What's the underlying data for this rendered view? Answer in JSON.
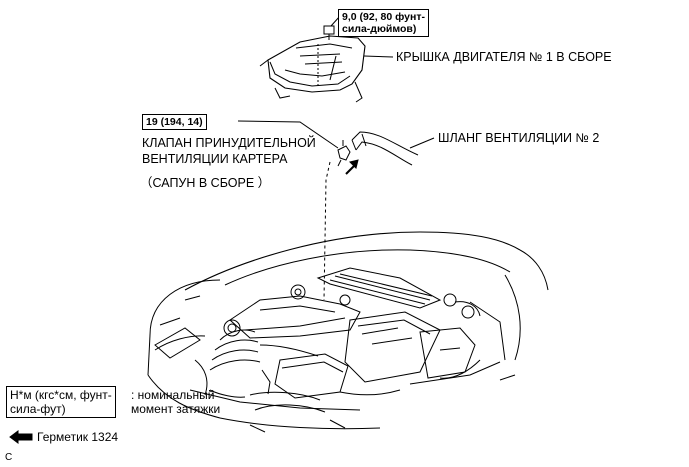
{
  "labels": {
    "engine_cover": "КРЫШКА ДВИГАТЕЛЯ № 1 В СБОРЕ",
    "pcv_valve_line1": "КЛАПАН ПРИНУДИТЕЛЬНОЙ",
    "pcv_valve_line2": "ВЕНТИЛЯЦИИ КАРТЕРА",
    "breather": "（САПУН В СБОРЕ ）",
    "vent_hose": "ШЛАНГ ВЕНТИЛЯЦИИ № 2"
  },
  "torque": {
    "cover_nut_line1": "9,0 (92, 80 фунт-",
    "cover_nut_line2": "сила-дюймов)",
    "pcv_valve": "19 (194, 14)"
  },
  "legend": {
    "unit_line1": "Н*м (кгс*см, фунт-",
    "unit_line2": "сила-фут)",
    "unit_desc_line1": ": номинальный",
    "unit_desc_line2": "момент затяжки",
    "sealant": "Герметик 1324",
    "corner_code": "C"
  }
}
